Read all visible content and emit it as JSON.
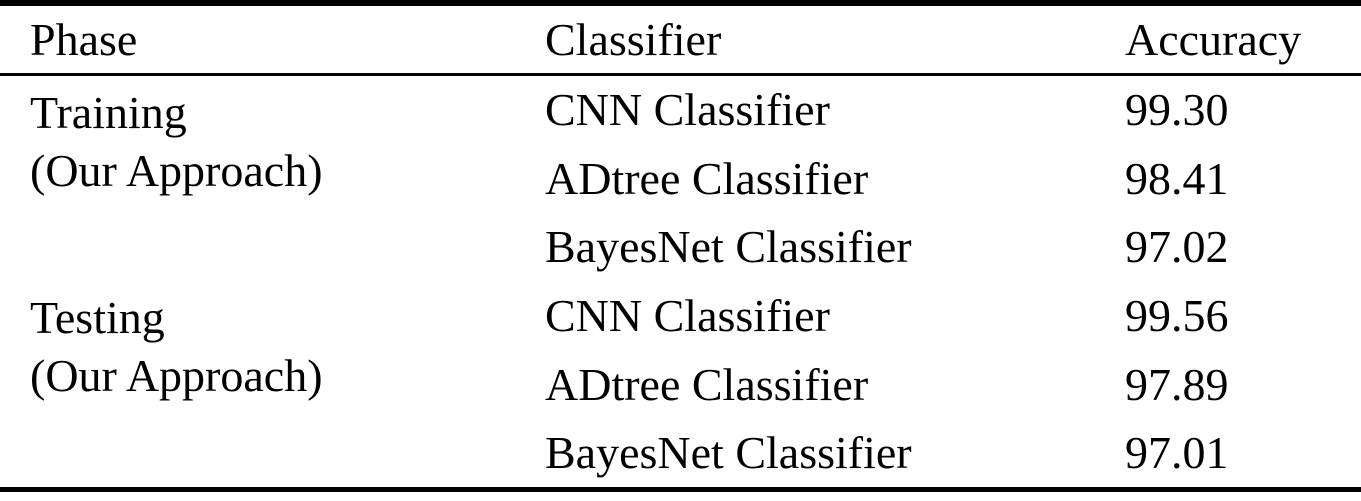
{
  "table": {
    "headers": [
      "Phase",
      "Classifier",
      "Accuracy"
    ],
    "groups": [
      {
        "phase_line1": "Training",
        "phase_line2": "(Our Approach)",
        "rows": [
          {
            "classifier": "CNN Classifier",
            "accuracy": "99.30"
          },
          {
            "classifier": "ADtree Classifier",
            "accuracy": "98.41"
          },
          {
            "classifier": "BayesNet Classifier",
            "accuracy": "97.02"
          }
        ]
      },
      {
        "phase_line1": "Testing",
        "phase_line2": "(Our Approach)",
        "rows": [
          {
            "classifier": "CNN Classifier",
            "accuracy": "99.56"
          },
          {
            "classifier": "ADtree Classifier",
            "accuracy": "97.89"
          },
          {
            "classifier": "BayesNet Classifier",
            "accuracy": "97.01"
          }
        ]
      }
    ]
  },
  "chart_data": {
    "type": "table",
    "columns": [
      "Phase",
      "Classifier",
      "Accuracy"
    ],
    "rows": [
      [
        "Training (Our Approach)",
        "CNN Classifier",
        99.3
      ],
      [
        "Training (Our Approach)",
        "ADtree Classifier",
        98.41
      ],
      [
        "Training (Our Approach)",
        "BayesNet Classifier",
        97.02
      ],
      [
        "Testing (Our Approach)",
        "CNN Classifier",
        99.56
      ],
      [
        "Testing (Our Approach)",
        "ADtree Classifier",
        97.89
      ],
      [
        "Testing (Our Approach)",
        "BayesNet Classifier",
        97.01
      ]
    ]
  },
  "colors": {
    "text": "#000000",
    "background": "#ffffff",
    "rule": "#000000"
  }
}
